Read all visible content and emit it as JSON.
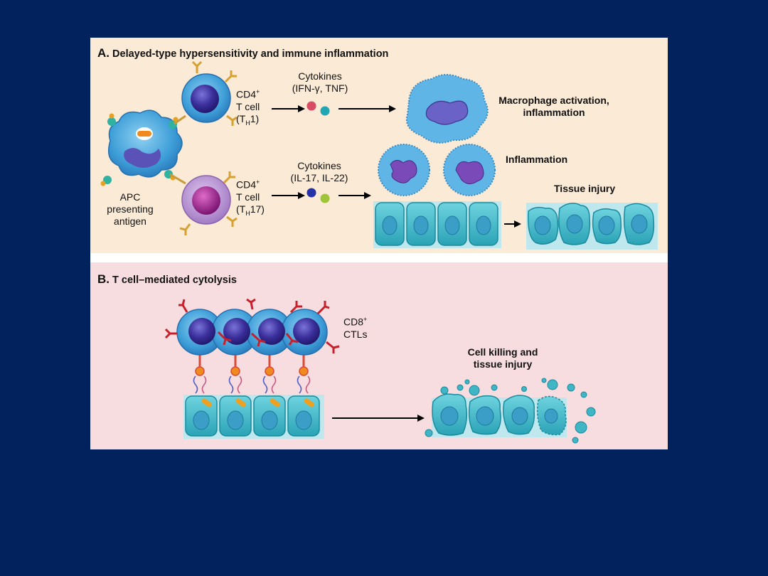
{
  "panel_a": {
    "title_letter": "A.",
    "title": "Delayed-type hypersensitivity and immune inflammation",
    "th1": {
      "line1": "CD4",
      "sup": "+",
      "line2": "T cell",
      "line3_pre": "(T",
      "line3_sub": "H",
      "line3_post": "1)"
    },
    "th17": {
      "line1": "CD4",
      "sup": "+",
      "line2": "T cell",
      "line3_pre": "(T",
      "line3_sub": "H",
      "line3_post": "17)"
    },
    "cytokines_top": {
      "label": "Cytokines",
      "detail": "(IFN-γ, TNF)"
    },
    "cytokines_bottom": {
      "label": "Cytokines",
      "detail": "(IL-17, IL-22)"
    },
    "macrophage_label": {
      "line1": "Macrophage activation,",
      "line2": "inflammation"
    },
    "inflammation_label": "Inflammation",
    "tissue_injury_label": "Tissue injury",
    "apc_label": {
      "line1": "APC",
      "line2": "presenting",
      "line3": "antigen"
    }
  },
  "panel_b": {
    "title_letter": "B.",
    "title": "T cell–mediated cytolysis",
    "ctl_label": {
      "line1": "CD8",
      "sup": "+",
      "line2": "CTLs"
    },
    "killing_label": {
      "line1": "Cell killing and",
      "line2": "tissue injury"
    }
  },
  "colors": {
    "background": "#02225e",
    "panel_a_bg": "#fbead5",
    "panel_b_bg": "#f8dde0",
    "cell_blue": "#4aa8dc",
    "epithelium": "#3bb7c7",
    "th17_purple": "#b58ad0"
  }
}
